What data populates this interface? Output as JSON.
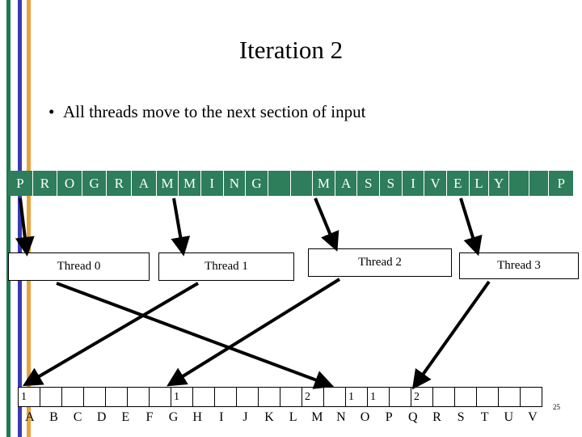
{
  "slide": {
    "title": "Iteration 2",
    "bullet": "All threads move to the next section of input",
    "bullet_marker": "•",
    "page_number": "25"
  },
  "input_strip": {
    "label": "input-tape",
    "color": "#2e7d5b",
    "cells": [
      {
        "char": "P",
        "w": 31
      },
      {
        "char": "R",
        "w": 31
      },
      {
        "char": "O",
        "w": 31
      },
      {
        "char": "G",
        "w": 31
      },
      {
        "char": "R",
        "w": 31
      },
      {
        "char": "A",
        "w": 31
      },
      {
        "char": "M",
        "w": 28
      },
      {
        "char": "M",
        "w": 28
      },
      {
        "char": "I",
        "w": 28
      },
      {
        "char": "N",
        "w": 28
      },
      {
        "char": "G",
        "w": 28
      },
      {
        "char": "",
        "w": 28
      },
      {
        "char": "",
        "w": 28
      },
      {
        "char": "M",
        "w": 28
      },
      {
        "char": "A",
        "w": 28
      },
      {
        "char": "S",
        "w": 28
      },
      {
        "char": "S",
        "w": 28
      },
      {
        "char": "I",
        "w": 28
      },
      {
        "char": "V",
        "w": 28
      },
      {
        "char": "E",
        "w": 28
      },
      {
        "char": "L",
        "w": 25
      },
      {
        "char": "Y",
        "w": 25
      },
      {
        "char": "",
        "w": 25
      },
      {
        "char": "",
        "w": 25
      },
      {
        "char": "P",
        "w": 31
      }
    ]
  },
  "threads": [
    {
      "label": "Thread 0"
    },
    {
      "label": "Thread 1"
    },
    {
      "label": "Thread 2"
    },
    {
      "label": "Thread 3"
    }
  ],
  "output_row": {
    "cells": [
      {
        "value": "1",
        "w": 27
      },
      {
        "value": "",
        "w": 27
      },
      {
        "value": "",
        "w": 27
      },
      {
        "value": "",
        "w": 27
      },
      {
        "value": "",
        "w": 27
      },
      {
        "value": "",
        "w": 27
      },
      {
        "value": "",
        "w": 27
      },
      {
        "value": "1",
        "w": 27
      },
      {
        "value": "",
        "w": 27
      },
      {
        "value": "",
        "w": 27
      },
      {
        "value": "",
        "w": 27
      },
      {
        "value": "",
        "w": 27
      },
      {
        "value": "",
        "w": 27
      },
      {
        "value": "2",
        "w": 27
      },
      {
        "value": "",
        "w": 27
      },
      {
        "value": "1",
        "w": 27
      },
      {
        "value": "1",
        "w": 27
      },
      {
        "value": "",
        "w": 27
      },
      {
        "value": "2",
        "w": 27
      },
      {
        "value": "",
        "w": 27
      },
      {
        "value": "",
        "w": 27
      },
      {
        "value": "",
        "w": 27
      },
      {
        "value": "",
        "w": 27
      },
      {
        "value": "",
        "w": 28
      }
    ]
  },
  "letter_row": {
    "letters": [
      "A",
      "B",
      "C",
      "D",
      "E",
      "F",
      "G",
      "H",
      "I",
      "J",
      "K",
      "L",
      "M",
      "N",
      "O",
      "P",
      "Q",
      "R",
      "S",
      "T",
      "U",
      "V"
    ]
  }
}
